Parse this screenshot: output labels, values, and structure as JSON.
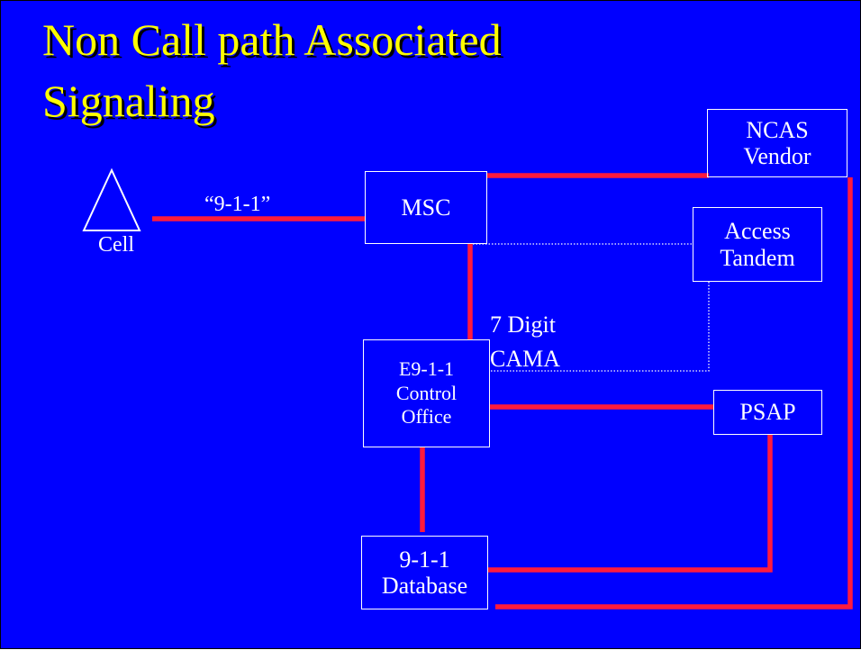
{
  "title": {
    "line1": "Non Call path Associated",
    "line2": "Signaling"
  },
  "diagram": {
    "cell": {
      "label": "Cell",
      "icon": "cell-tower-triangle-icon"
    },
    "dialed_label": "“9-1-1”",
    "msc": "MSC",
    "ncas_vendor": {
      "line1": "NCAS",
      "line2": "Vendor"
    },
    "access_tandem": {
      "line1": "Access",
      "line2": "Tandem"
    },
    "trunk_label": {
      "line1": "7 Digit",
      "line2": "CAMA"
    },
    "control_office": {
      "line1": "E9-1-1",
      "line2": "Control",
      "line3": "Office"
    },
    "psap": "PSAP",
    "database": {
      "line1": "9-1-1",
      "line2": "Database"
    }
  },
  "colors": {
    "background": "#0000ff",
    "title": "#ffff00",
    "title_shadow": "#000000",
    "signal_line": "#ff1a3d",
    "dotted_line": "#ffffff",
    "box_border": "#ffffff",
    "text": "#ffffff"
  }
}
